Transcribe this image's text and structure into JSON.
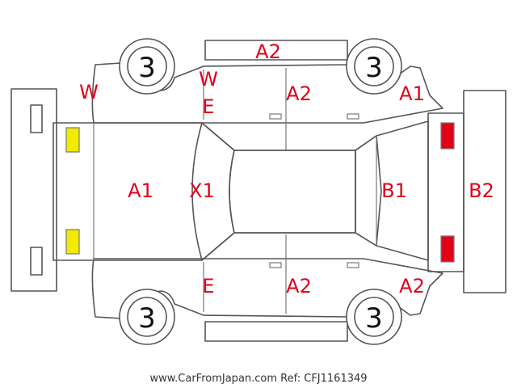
{
  "colors": {
    "outline": "#555555",
    "damage_text": "#e0001a",
    "headlight": "#f2ea00",
    "taillight": "#e0001a",
    "footer_text": "#333333"
  },
  "tyres": [
    {
      "id": "front-left",
      "value": "3"
    },
    {
      "id": "rear-left",
      "value": "3"
    },
    {
      "id": "front-right",
      "value": "3"
    },
    {
      "id": "rear-right",
      "value": "3"
    }
  ],
  "marks": {
    "roof_left": "A2",
    "front_left_corner": "W",
    "windshield_pillar_top_w": "W",
    "windshield_pillar_top_e": "E",
    "rear_left_door": "A2",
    "rear_left_corner": "A1",
    "bonnet": "A1",
    "windshield": "X1",
    "rear_window": "B1",
    "rear_bumper": "B2",
    "windshield_pillar_bottom_e": "E",
    "rear_right_door": "A2",
    "rear_right_corner": "A2"
  },
  "footer": {
    "text": "www.CarFromJapan.com Ref: CFJ1161349"
  }
}
